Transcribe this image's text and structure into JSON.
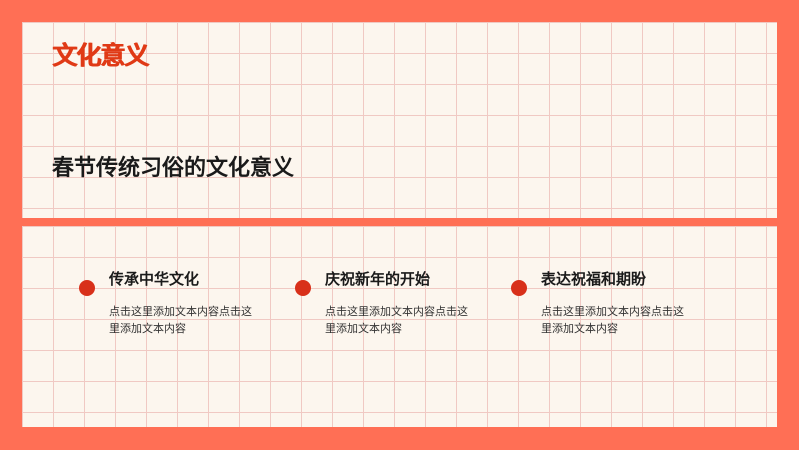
{
  "slide": {
    "section_title": "文化意义",
    "heading": "春节传统习俗的文化意义",
    "items": [
      {
        "title": "传承中华文化",
        "text": "点击这里添加文本内容点击这里添加文本内容"
      },
      {
        "title": "庆祝新年的开始",
        "text": "点击这里添加文本内容点击这里添加文本内容"
      },
      {
        "title": "表达祝福和期盼",
        "text": "点击这里添加文本内容点击这里添加文本内容"
      }
    ]
  },
  "colors": {
    "frame": "#FF6F55",
    "panel": "#FCF6EE",
    "grid_line": "#F0C9C3",
    "accent": "#E03A16",
    "bullet": "#D8301A",
    "text": "#1A1A1A"
  }
}
